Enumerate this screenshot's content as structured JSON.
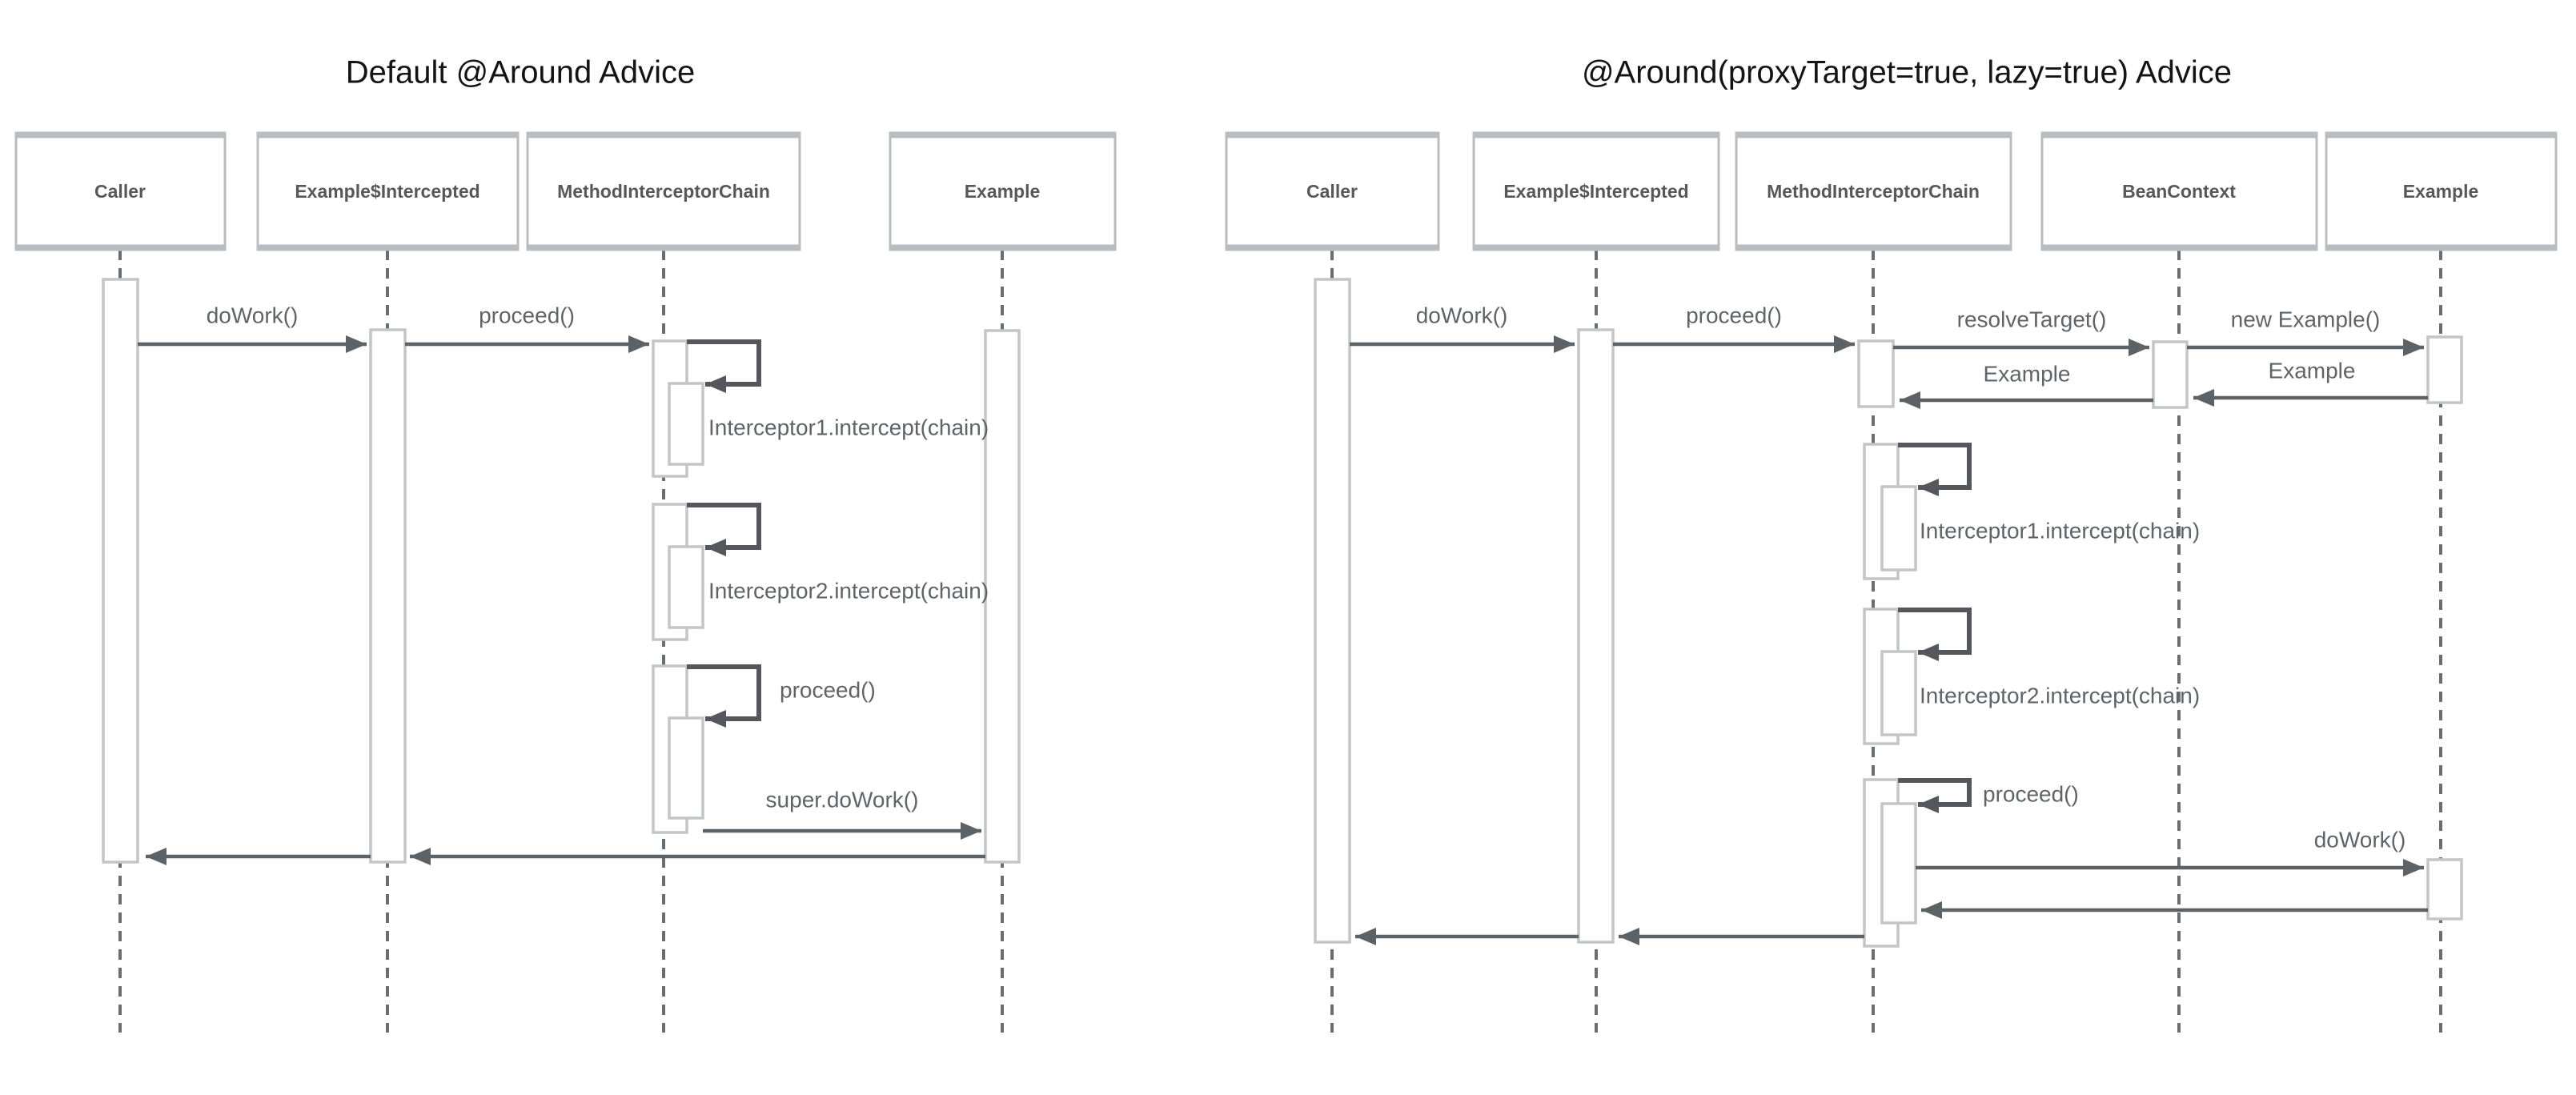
{
  "colors": {
    "arrow": "#5d6266",
    "self_loop": "#54585c",
    "activation_border": "#c2c6c9",
    "lifeline": "#696e72",
    "box_border": "#b8bdc1",
    "box_text": "#55595d",
    "label_text": "#5f6468",
    "title_text": "#141414",
    "background": "#ffffff"
  },
  "left": {
    "title": "Default @Around Advice",
    "lifelines": [
      {
        "label": "Caller"
      },
      {
        "label": "Example$Intercepted"
      },
      {
        "label": "MethodInterceptorChain"
      },
      {
        "label": "Example"
      }
    ],
    "messages": {
      "do_work": "doWork()",
      "proceed": "proceed()",
      "interceptor1": "Interceptor1.intercept(chain)",
      "interceptor2": "Interceptor2.intercept(chain)",
      "proceed_inner": "proceed()",
      "super_do_work": "super.doWork()"
    }
  },
  "right": {
    "title": "@Around(proxyTarget=true, lazy=true) Advice",
    "lifelines": [
      {
        "label": "Caller"
      },
      {
        "label": "Example$Intercepted"
      },
      {
        "label": "MethodInterceptorChain"
      },
      {
        "label": "BeanContext"
      },
      {
        "label": "Example"
      }
    ],
    "messages": {
      "do_work": "doWork()",
      "proceed": "proceed()",
      "resolve_target": "resolveTarget()",
      "new_example": "new Example()",
      "example_return_from_example": "Example",
      "example_return_from_bean_context": "Example",
      "interceptor1": "Interceptor1.intercept(chain)",
      "interceptor2": "Interceptor2.intercept(chain)",
      "proceed_inner": "proceed()",
      "do_work_target": "doWork()"
    }
  }
}
